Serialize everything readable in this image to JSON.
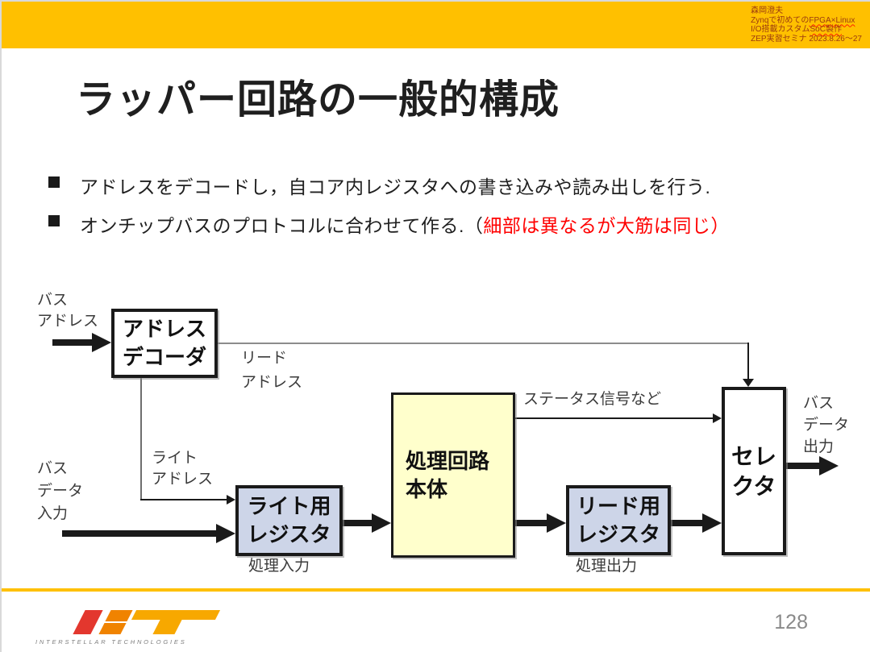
{
  "colors": {
    "accent_bar": "#FFC000",
    "highlight_red": "#FF0000",
    "register_fill": "#CDD5E8",
    "processing_fill": "#FFFFCC",
    "credits_text": "#9B3A10"
  },
  "header": {
    "credits": [
      {
        "text": "森岡澄夫"
      },
      {
        "text": "Zynqで初めての",
        "wavy": "FPGA×Linux"
      },
      {
        "text": "I/O搭載カスタム",
        "wavy": "SoC製作"
      },
      {
        "text": "ZEP実習セミナ 2023.8.26～27"
      }
    ]
  },
  "title": "ラッパー回路の一般的構成",
  "bullets": {
    "b1": "アドレスをデコードし，自コア内レジスタへの書き込みや読み出しを行う.",
    "b2_normal": "オンチップバスのプロトコルに合わせて作る.（",
    "b2_red": "細部は異なるが大筋は同じ）"
  },
  "diagram": {
    "boxes": {
      "decoder": {
        "line1": "アドレス",
        "line2": "デコーダ"
      },
      "write_reg": {
        "line1": "ライト用",
        "line2": "レジスタ"
      },
      "proc": {
        "line1": "処理回路",
        "line2": "本体"
      },
      "read_reg": {
        "line1": "リード用",
        "line2": "レジスタ"
      },
      "selector": {
        "line1": "セレ",
        "line2": "クタ"
      }
    },
    "labels": {
      "bus_address": {
        "l1": "バス",
        "l2": "アドレス"
      },
      "read_address": {
        "l1": "リード",
        "l2": "アドレス"
      },
      "write_address": {
        "l1": "ライト",
        "l2": "アドレス"
      },
      "bus_data_in": {
        "l1": "バス",
        "l2": "データ",
        "l3": "入力"
      },
      "status": "ステータス信号など",
      "bus_data_out": {
        "l1": "バス",
        "l2": "データ",
        "l3": "出力"
      },
      "proc_in": "処理入力",
      "proc_out": "処理出力"
    }
  },
  "footer": {
    "logo_text": "INTERSTELLAR TECHNOLOGIES",
    "page_number": "128"
  }
}
